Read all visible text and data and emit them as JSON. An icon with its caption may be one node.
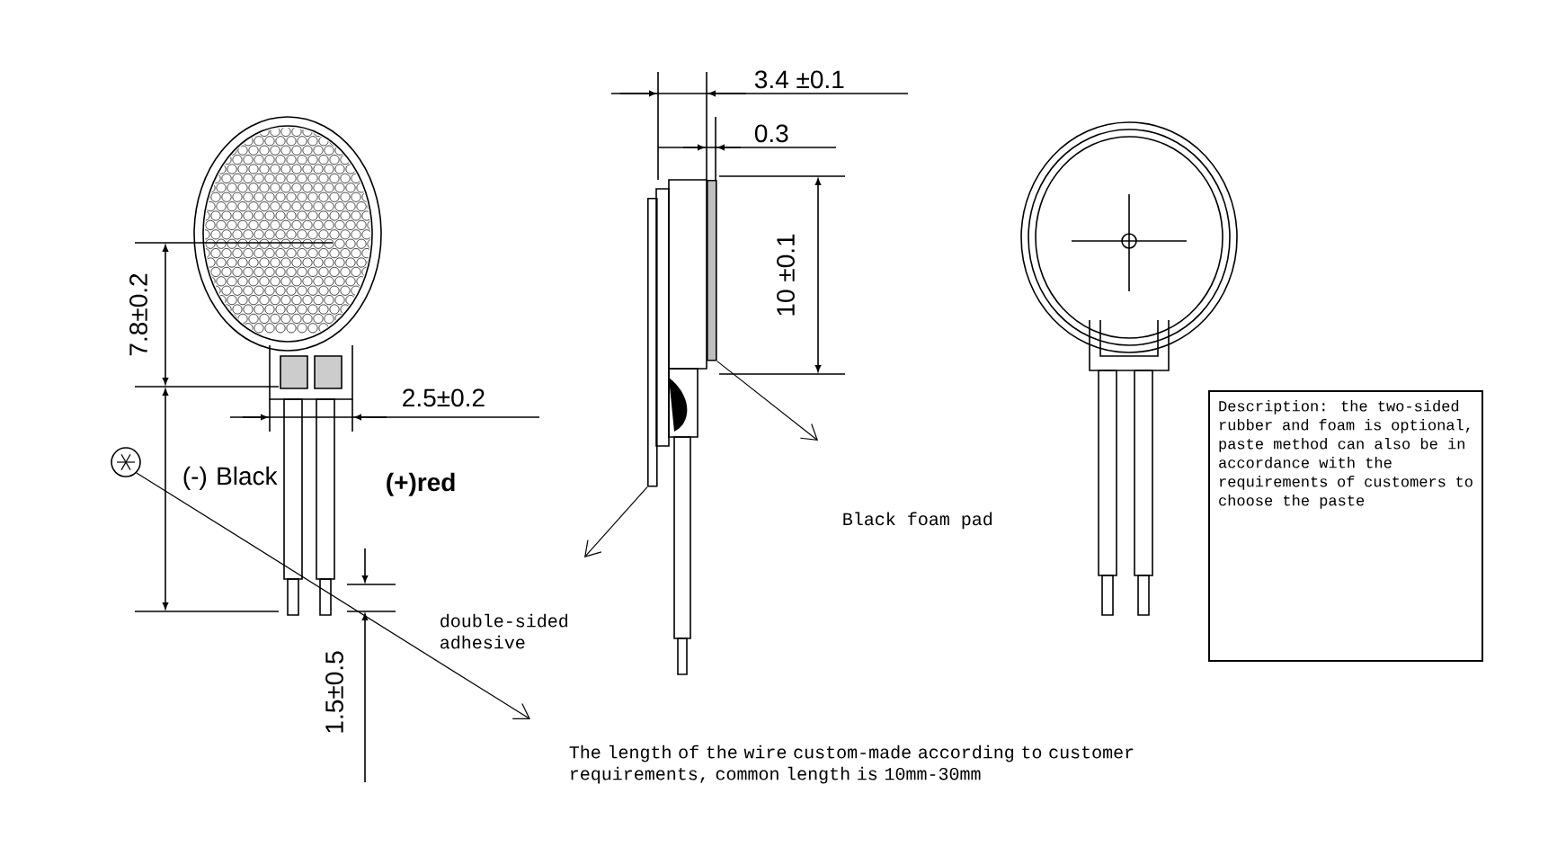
{
  "diagram": {
    "nodes": [
      {
        "text": [
          "Description: the two-sided rubber and foam is optional, paste method can also be in accordance with the requirements of customers to choose the paste"
        ]
      },
      {
        "text": [],
        "shape": "bar"
      },
      {
        "text": [],
        "shape": "bar"
      },
      {
        "text": [],
        "shape": "circle"
      }
    ],
    "edges": [
      {
        "from": 2,
        "to": null,
        "arrow": "to"
      },
      {
        "from": 1,
        "to": null,
        "arrow": "to"
      },
      {
        "from": 3,
        "to": null,
        "arrow": "to"
      }
    ],
    "labels": [
      "3.4 ±0.1",
      "0.3",
      "10 ±0.1",
      "7.8±0.2",
      "2.5±0.2",
      "(-) Black",
      "(+)red",
      "Black foam pad",
      "double-sided adhesive",
      "1.5±0.5",
      "The length of the wire custom-made according to customer requirements, common length is 10mm-30mm"
    ]
  }
}
